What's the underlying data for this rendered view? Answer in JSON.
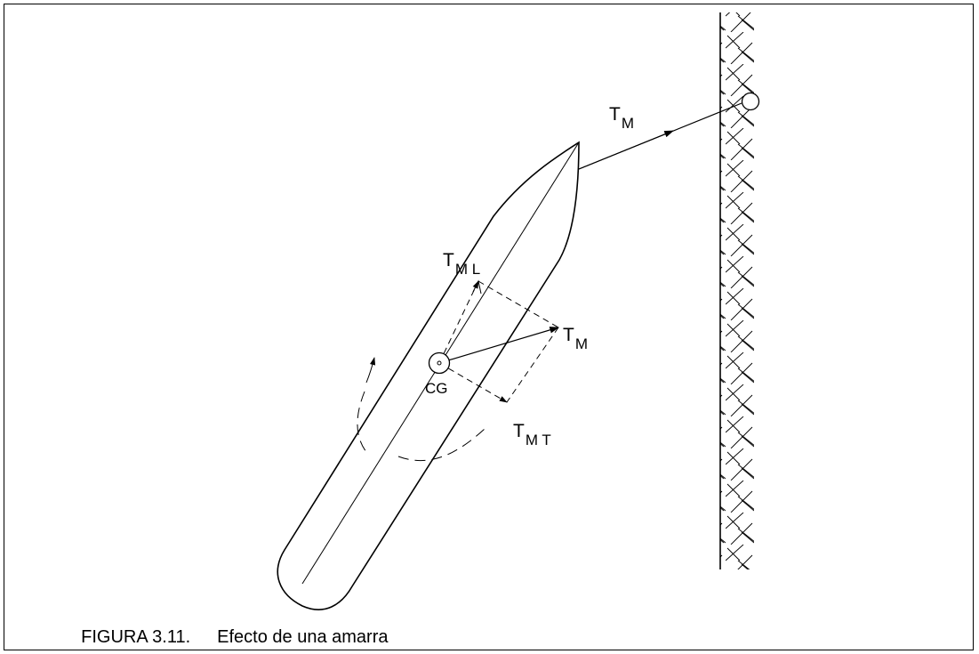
{
  "labels": {
    "tension_mooring": {
      "main": "T",
      "sub": "M"
    },
    "tension_long": {
      "main": "T",
      "sub": "M L"
    },
    "tension_center": {
      "main": "T",
      "sub": "M"
    },
    "tension_trans": {
      "main": "T",
      "sub": "M T"
    },
    "center_gravity": "CG"
  },
  "caption": {
    "number": "FIGURA 3.11.",
    "text": "Efecto de una amarra"
  },
  "colors": {
    "stroke": "#000000",
    "background": "#ffffff"
  }
}
